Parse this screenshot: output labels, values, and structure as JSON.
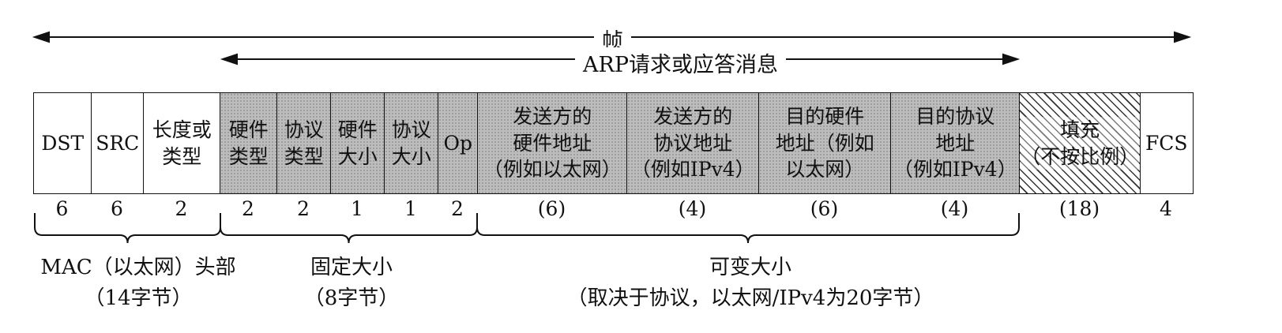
{
  "frame_label": "帧",
  "arp_label": "ARP请求或应答消息",
  "fields": [
    {
      "label": "DST",
      "size": "6",
      "style": "white"
    },
    {
      "label": "SRC",
      "size": "6",
      "style": "white"
    },
    {
      "label": "长度或\n类型",
      "size": "2",
      "style": "white"
    },
    {
      "label": "硬件\n类型",
      "size": "2",
      "style": "grey"
    },
    {
      "label": "协议\n类型",
      "size": "2",
      "style": "grey"
    },
    {
      "label": "硬件\n大小",
      "size": "1",
      "style": "grey"
    },
    {
      "label": "协议\n大小",
      "size": "1",
      "style": "grey"
    },
    {
      "label": "Op",
      "size": "2",
      "style": "grey"
    },
    {
      "label": "发送方的\n硬件地址\n（例如以太网）",
      "size": "(6)",
      "style": "grey"
    },
    {
      "label": "发送方的\n协议地址\n（例如IPv4）",
      "size": "(4)",
      "style": "grey"
    },
    {
      "label": "目的硬件\n地址（例如\n以太网）",
      "size": "(6)",
      "style": "grey"
    },
    {
      "label": "目的协议\n地址\n（例如IPv4）",
      "size": "(4)",
      "style": "grey"
    },
    {
      "label": "填充\n（不按比例）",
      "size": "(18)",
      "style": "hatch"
    },
    {
      "label": "FCS",
      "size": "4",
      "style": "white"
    }
  ],
  "groups": [
    {
      "line1": "MAC（以太网）头部",
      "line2": "（14字节）"
    },
    {
      "line1": "固定大小",
      "line2": "（8字节）"
    },
    {
      "line1": "可变大小",
      "line2": "（取决于协议，以太网/IPv4为20字节）"
    }
  ],
  "colors": {
    "header_fill": "#ffffff",
    "arp_fill": "#bdbdbd",
    "line": "#111111"
  }
}
